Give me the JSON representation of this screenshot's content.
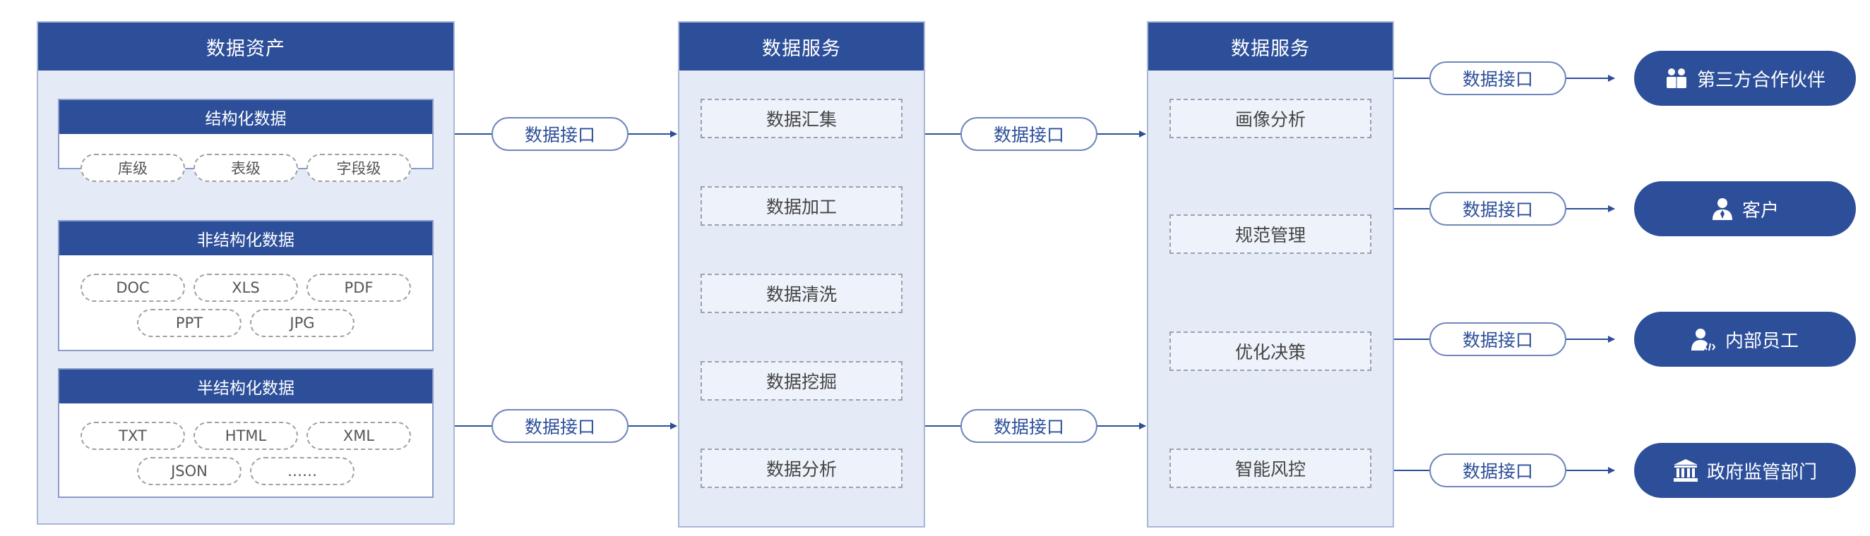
{
  "colors": {
    "primary": "#2d4f9a",
    "panel_bg": "#e4eaf6",
    "border": "#a9b7d8"
  },
  "assets": {
    "title": "数据资产",
    "groups": [
      {
        "title": "结构化数据",
        "items": [
          "库级",
          "表级",
          "字段级"
        ]
      },
      {
        "title": "非结构化数据",
        "items": [
          "DOC",
          "XLS",
          "PDF",
          "PPT",
          "JPG"
        ]
      },
      {
        "title": "半结构化数据",
        "items": [
          "TXT",
          "HTML",
          "XML",
          "JSON",
          "……"
        ]
      }
    ]
  },
  "service1": {
    "title": "数据服务",
    "items": [
      "数据汇集",
      "数据加工",
      "数据清洗",
      "数据挖掘",
      "数据分析"
    ]
  },
  "service2": {
    "title": "数据服务",
    "items": [
      "画像分析",
      "规范管理",
      "优化决策",
      "智能风控"
    ]
  },
  "interface_label": "数据接口",
  "targets": [
    {
      "label": "第三方合作伙伴",
      "icon": "partners-icon"
    },
    {
      "label": "客户",
      "icon": "customer-icon"
    },
    {
      "label": "内部员工",
      "icon": "employee-icon"
    },
    {
      "label": "政府监管部门",
      "icon": "government-icon"
    }
  ]
}
